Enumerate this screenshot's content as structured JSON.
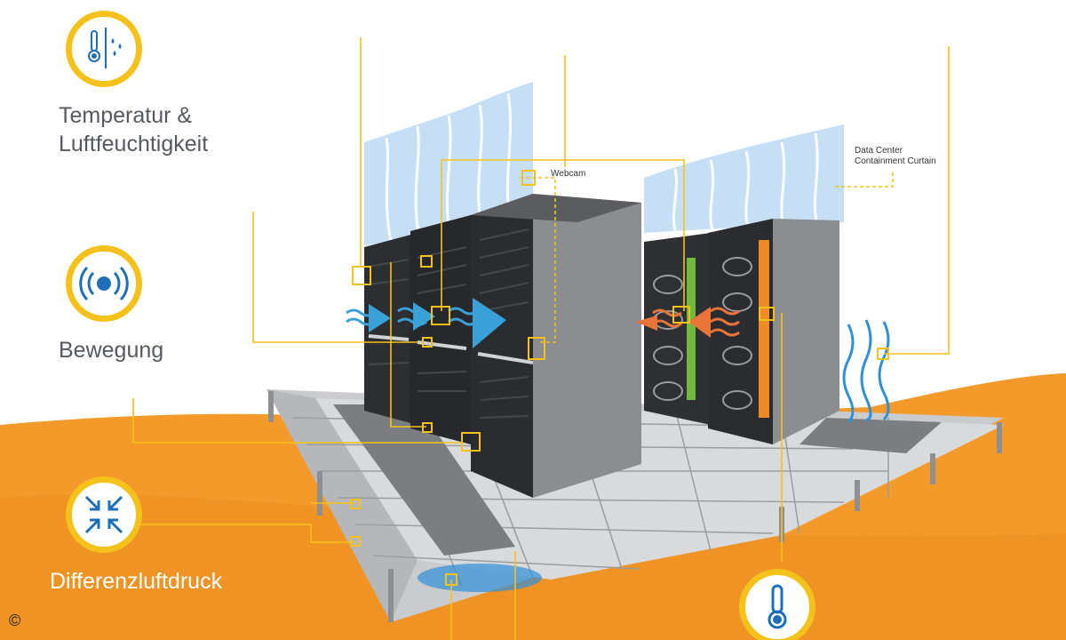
{
  "colors": {
    "accent_yellow": "#f5c21b",
    "icon_blue": "#1d6fb8",
    "floor_orange": "#f39a2b",
    "rack_gray": "#6e7073",
    "cold_air": "#3aa0d8",
    "hot_air": "#e8743a",
    "pdu_green": "#6fba3a",
    "pdu_orange": "#f08a24"
  },
  "sensors": {
    "temperature_humidity": {
      "label": "Temperatur &\nLuftfeuchtigkeit",
      "icon": "thermometer-droplets-icon"
    },
    "motion": {
      "label": "Bewegung",
      "icon": "motion-sensor-icon"
    },
    "differential_pressure": {
      "label": "Differenzluftdruck",
      "icon": "pressure-arrows-icon"
    },
    "temperature": {
      "icon": "thermometer-icon"
    }
  },
  "annotations": {
    "webcam": "Webcam",
    "curtain": "Data Center\nContainment Curtain"
  },
  "footer": {
    "copyright": "©"
  }
}
